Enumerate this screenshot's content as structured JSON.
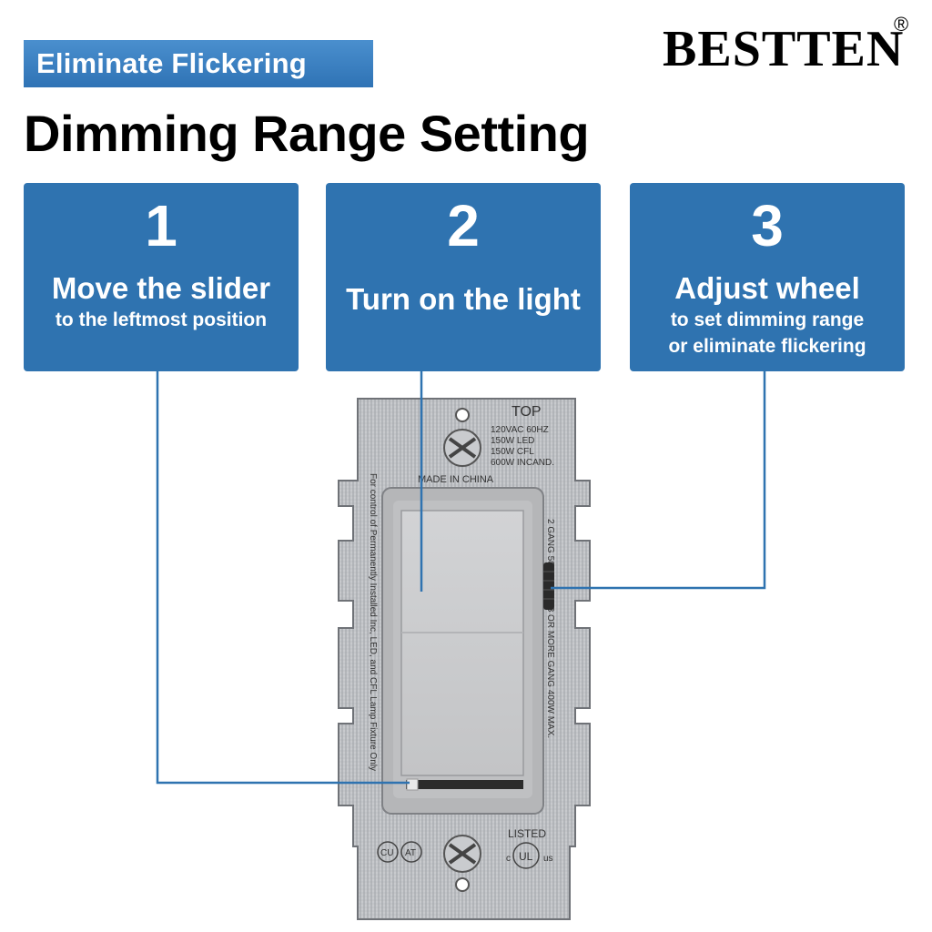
{
  "tag": {
    "label": "Eliminate Flickering"
  },
  "brand": {
    "name": "BESTTEN",
    "mark": "®"
  },
  "headline": "Dimming Range Setting",
  "steps": [
    {
      "number": "1",
      "title": "Move the slider",
      "subtitle_lines": [
        "to the leftmost position"
      ]
    },
    {
      "number": "2",
      "title": "Turn on the light",
      "subtitle_lines": []
    },
    {
      "number": "3",
      "title": "Adjust wheel",
      "subtitle_lines": [
        "to set dimming range",
        "or eliminate flickering"
      ]
    }
  ],
  "device": {
    "top_label": "TOP",
    "ratings": [
      "120VAC 60HZ",
      "150W  LED",
      "150W  CFL",
      "600W  INCAND."
    ],
    "origin": "MADE IN CHINA",
    "left_text": "For control of Permanently Installed Inc, LED, and CFL Lamp Fixture Only",
    "right_text": "2 GANG 500W MAX. 3 OR MORE GANG 400W MAX.",
    "listed": "LISTED",
    "cert_left": "CU",
    "cert_mid": "AT",
    "ul_c": "c",
    "ul_us": "us",
    "ul": "UL"
  },
  "colors": {
    "accent": "#2f73b0",
    "tag": "#3b82c4",
    "plate": "#b9bcc0",
    "rocker": "#c8c9cb",
    "connector": "#2f73b0"
  }
}
